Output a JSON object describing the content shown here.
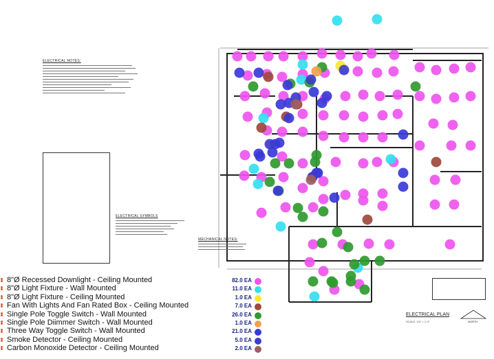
{
  "notes": {
    "electrical_notes_title": "ELECTRICAL NOTES:",
    "electrical_symbols_title": "ELECTRICAL SYMBOLS",
    "mechanical_notes_title": "MECHANICAL NOTES:",
    "plan_title": "ELECTRICAL PLAN",
    "plan_scale": "SCALE: 1/4\" = 1'-0\"",
    "north_label": "NORTH"
  },
  "legend": {
    "items": [
      {
        "label": "8\"Ø Recessed Downlight - Ceiling Mounted",
        "count": "82.0 EA",
        "color": "#ee55ee"
      },
      {
        "label": "8\"Ø Light Fixture - Wall Mounted",
        "count": "11.0 EA",
        "color": "#33e0f0"
      },
      {
        "label": "8\"Ø Light Fixture - Ceiling Mounted",
        "count": "1.0 EA",
        "color": "#f5e733"
      },
      {
        "label": "Fan With Lights And Fan Rated Box - Ceiling Mounted",
        "count": "7.0 EA",
        "color": "#a0483c"
      },
      {
        "label": "Single Pole Toggle Switch - Wall Mounted",
        "count": "26.0 EA",
        "color": "#2f9a2f"
      },
      {
        "label": "Single Pole Diimmer Switch - Wall Mounted",
        "count": "1.0 EA",
        "color": "#f0a050"
      },
      {
        "label": "Three Way Toggle Switch - Wall Mounted",
        "count": "21.0 EA",
        "color": "#3a3ad8"
      },
      {
        "label": "Smoke Detector - Ceiling Mounted",
        "count": "5.0 EA",
        "color": "#3c3ccc"
      },
      {
        "label": "Carbon Monoxide Detector - Ceiling Mounted",
        "count": "2.0 EA",
        "color": "#a06060"
      }
    ]
  }
}
